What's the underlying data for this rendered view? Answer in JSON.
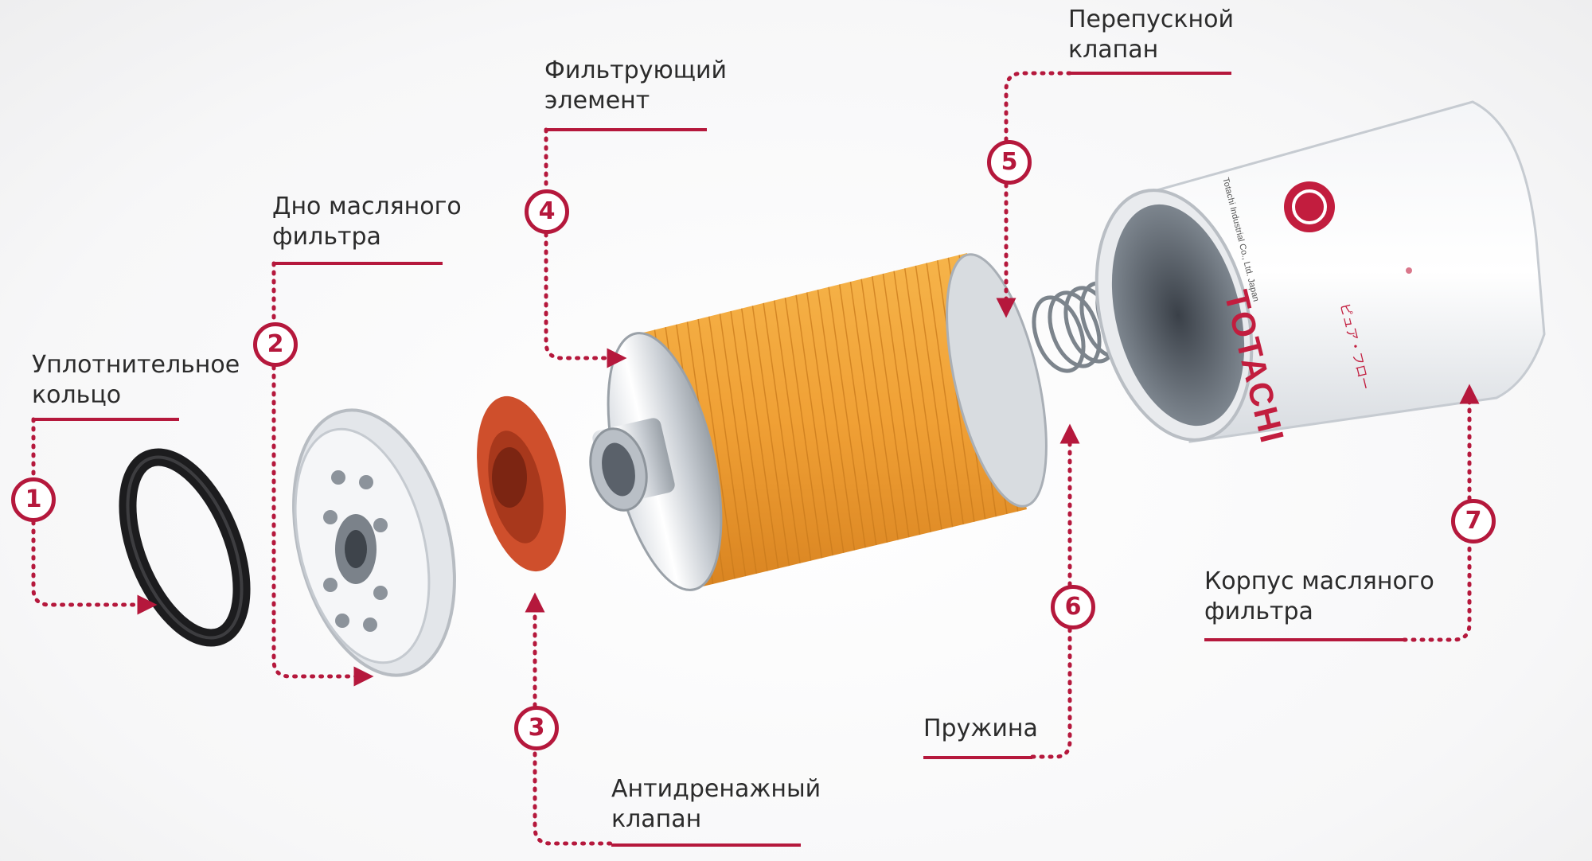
{
  "colors": {
    "accent": "#b5183c",
    "text": "#2b2b2b",
    "filter_paper": "#f2a53a",
    "valve": "#c8482a",
    "brand_red": "#c21d3e"
  },
  "brand": {
    "logo_text": "TOTACHI",
    "company_text": "Totachi Industrial Co., Ltd. Japan",
    "katakana_text": "ピュア・フロー"
  },
  "parts": [
    {
      "number": "1",
      "label_lines": [
        "Уплотнительное",
        "кольцо"
      ]
    },
    {
      "number": "2",
      "label_lines": [
        "Дно масляного",
        "фильтра"
      ]
    },
    {
      "number": "3",
      "label_lines": [
        "Антидренажный",
        "клапан"
      ]
    },
    {
      "number": "4",
      "label_lines": [
        "Фильтрующий",
        "элемент"
      ]
    },
    {
      "number": "5",
      "label_lines": [
        "Перепускной",
        "клапан"
      ]
    },
    {
      "number": "6",
      "label_lines": [
        "Пружина"
      ]
    },
    {
      "number": "7",
      "label_lines": [
        "Корпус масляного",
        "фильтра"
      ]
    }
  ]
}
